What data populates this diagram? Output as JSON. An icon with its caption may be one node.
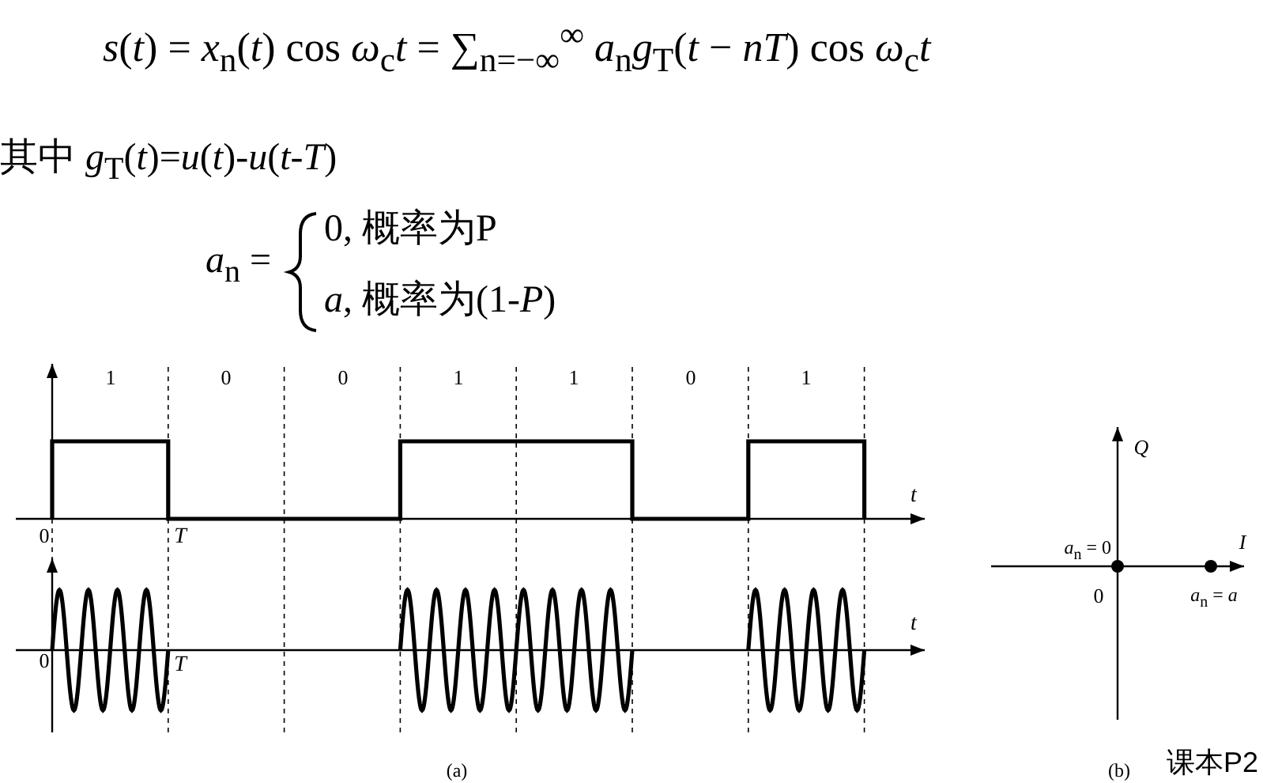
{
  "diagram": {
    "labels": [
      "*s*(*t*) = *x*$_{n}$(*t*) cos *ω*$_{c}$*t* = ∑$_{n=−∞}$$^{∞}$ *a*$_{n}$*g*$_{T}$(*t* − *nT*) cos *ω*$_{c}$*t*",
      "其中 *g*$_{T}$(*t*)=*u*(*t*)-*u*(*t*-*T*)",
      "*a*$_{n}$ =",
      "0,   概率为P",
      "*a*,   概率为(1-*P*)",
      "1",
      "0",
      "0",
      "1",
      "1",
      "0",
      "1",
      "t",
      "0",
      "T",
      "t",
      "0",
      "T",
      "(a)",
      "Q",
      "I",
      "*a*$_{n}$ = 0",
      "0",
      "*a*$_{n}$ = *a*",
      "(b)",
      "课本P2"
    ]
  }
}
